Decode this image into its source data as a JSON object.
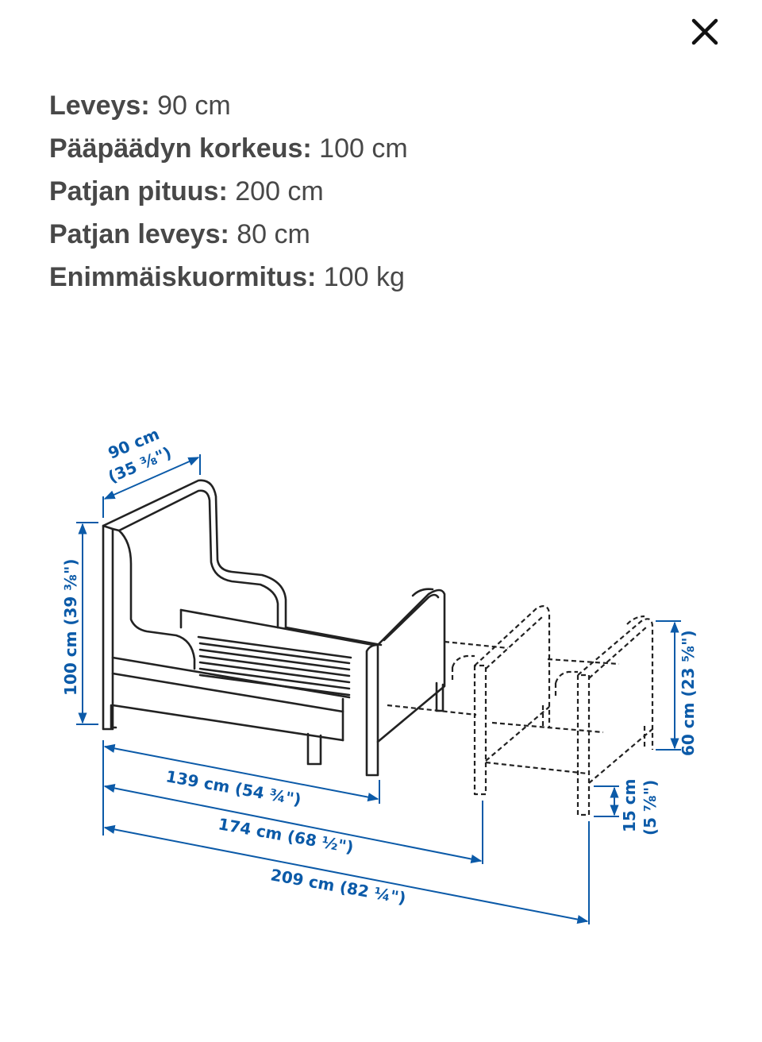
{
  "close": {
    "icon": "close-icon"
  },
  "specs": [
    {
      "label": "Leveys:",
      "value": "90 cm"
    },
    {
      "label": "Pääpäädyn korkeus:",
      "value": "100 cm"
    },
    {
      "label": "Patjan pituus:",
      "value": "200 cm"
    },
    {
      "label": "Patjan leveys:",
      "value": "80 cm"
    },
    {
      "label": "Enimmäiskuormitus:",
      "value": "100 kg"
    }
  ],
  "diagram": {
    "width_cm": "90 cm",
    "width_in": "(35 ⅜\")",
    "height": "100 cm (39 ⅜\")",
    "length_1": "139 cm (54 ¾\")",
    "length_2": "174 cm (68 ½\")",
    "length_3": "209 cm (82 ¼\")",
    "footboard_height": "60 cm (23 ⅝\")",
    "clearance_cm": "15 cm",
    "clearance_in": "(5 ⅞\")",
    "line_color": "#222222",
    "dim_color": "#0b5aa8"
  }
}
